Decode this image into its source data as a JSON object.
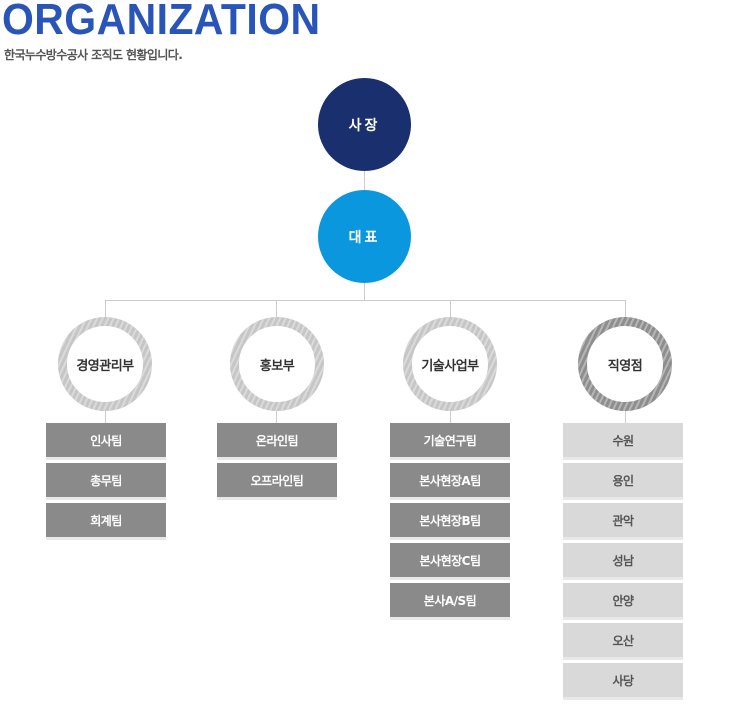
{
  "header": {
    "title": "ORGANIZATION",
    "subtitle": "한국누수방수공사 조직도 현황입니다."
  },
  "top": {
    "ceo": "사장",
    "representative": "대표"
  },
  "departments": [
    {
      "name": "경영관리부",
      "teams": [
        "인사팀",
        "총무팀",
        "회계팀"
      ]
    },
    {
      "name": "홍보부",
      "teams": [
        "온라인팀",
        "오프라인팀"
      ]
    },
    {
      "name": "기술사업부",
      "teams": [
        "기술연구팀",
        "본사현장A팀",
        "본사현장B팀",
        "본사현장C팀",
        "본사A/S팀"
      ]
    },
    {
      "name": "직영점",
      "teams": [
        "수원",
        "용인",
        "관악",
        "성남",
        "안양",
        "오산",
        "사당"
      ]
    }
  ],
  "colors": {
    "title": "#2a55b8",
    "ceo": "#1a2f6d",
    "representative": "#0b97dd",
    "dept_ring": "#c6c6c6",
    "branch_ring": "#8e8e8e",
    "team_box": "#8a8a8a",
    "branch_box": "#d9d9d9"
  }
}
